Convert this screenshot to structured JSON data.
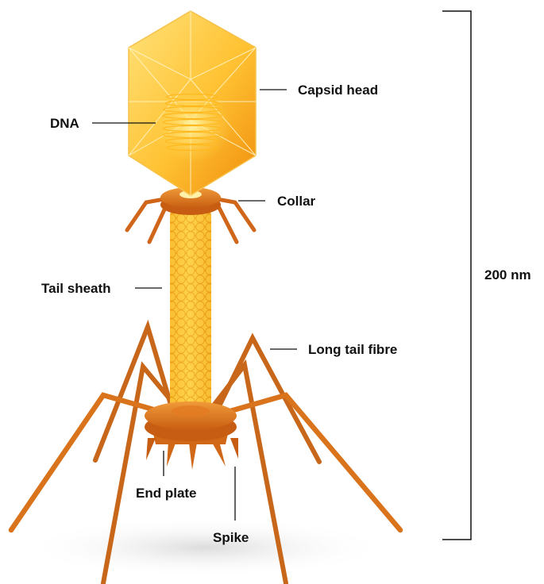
{
  "labels": {
    "capsid_head": "Capsid head",
    "dna": "DNA",
    "collar": "Collar",
    "tail_sheath": "Tail sheath",
    "long_tail_fibre": "Long tail fibre",
    "end_plate": "End plate",
    "spike": "Spike",
    "scale": "200 nm"
  },
  "colors": {
    "capsid_light": "#ffd54a",
    "capsid_dark": "#f29a10",
    "fibre": "#d9731c",
    "fibre_dark": "#b85a10",
    "sheath": "#f6b51e",
    "collar": "#e07a1e",
    "text": "#111111"
  }
}
